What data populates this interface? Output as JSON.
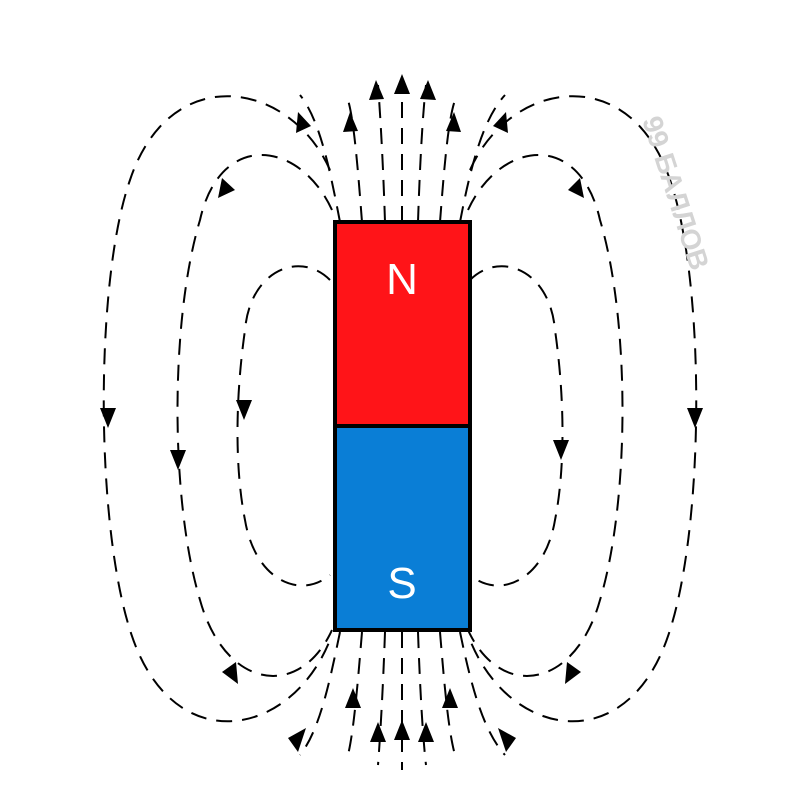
{
  "magnet": {
    "north_label": "N",
    "south_label": "S",
    "north_color": "#ff1418",
    "south_color": "#0a7ed6",
    "outline_color": "#000000"
  },
  "watermark": {
    "text": "99 БАЛЛОВ"
  },
  "field_lines": {
    "color": "#000000",
    "style": "dashed"
  }
}
